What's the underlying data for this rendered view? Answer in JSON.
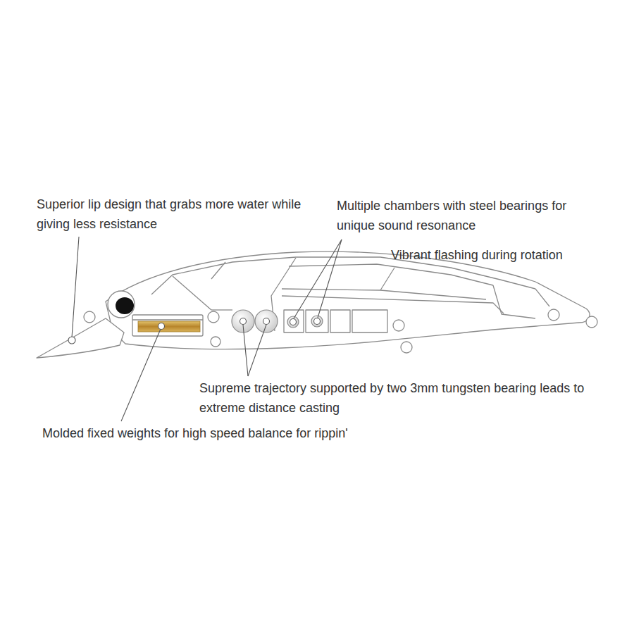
{
  "diagram": {
    "labels": [
      "Superior lip design that grabs more water while giving less resistance",
      "Multiple chambers with steel bearings for unique sound resonance",
      "Vibrant flashing during rotation",
      "Supreme trajectory supported by two 3mm tungsten bearing leads to extreme distance casting",
      "Molded fixed weights for high speed balance for rippin'"
    ]
  }
}
